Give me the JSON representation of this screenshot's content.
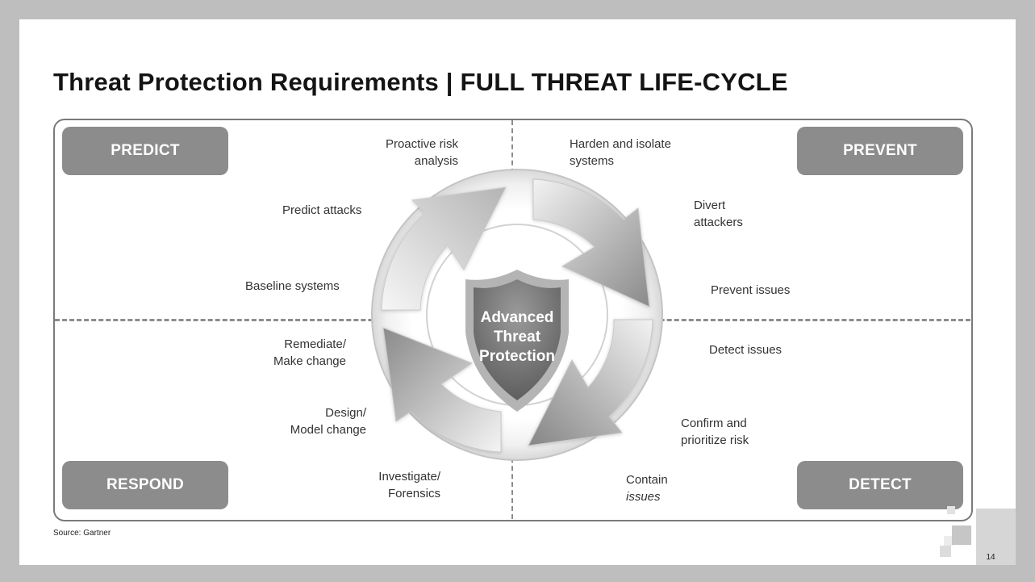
{
  "title": "Threat Protection Requirements | FULL THREAT LIFE-CYCLE",
  "quadrants": {
    "predict": "PREDICT",
    "prevent": "PREVENT",
    "respond": "RESPOND",
    "detect": "DETECT"
  },
  "center": {
    "line1": "Advanced",
    "line2": "Threat",
    "line3": "Protection"
  },
  "labels": {
    "proactive_1": "Proactive risk",
    "proactive_2": "analysis",
    "predict_attacks": "Predict attacks",
    "baseline": "Baseline systems",
    "remediate_1": "Remediate/",
    "remediate_2": "Make change",
    "design_1": "Design/",
    "design_2": "Model change",
    "investigate_1": "Investigate/",
    "investigate_2": "Forensics",
    "harden_1": "Harden and isolate",
    "harden_2": "systems",
    "divert_1": "Divert",
    "divert_2": "attackers",
    "prevent_issues": "Prevent issues",
    "detect_issues": "Detect issues",
    "confirm_1": "Confirm and",
    "confirm_2": "prioritize risk",
    "contain_1": "Contain",
    "contain_2": "issues"
  },
  "source": "Source: Gartner",
  "page_number": "14",
  "colors": {
    "quadrant_box": "#8c8c8c",
    "shield_outer": "#b2b2b2",
    "shield_inner": "#6e6e6e",
    "background_frame": "#bebebe",
    "text": "#141414"
  }
}
